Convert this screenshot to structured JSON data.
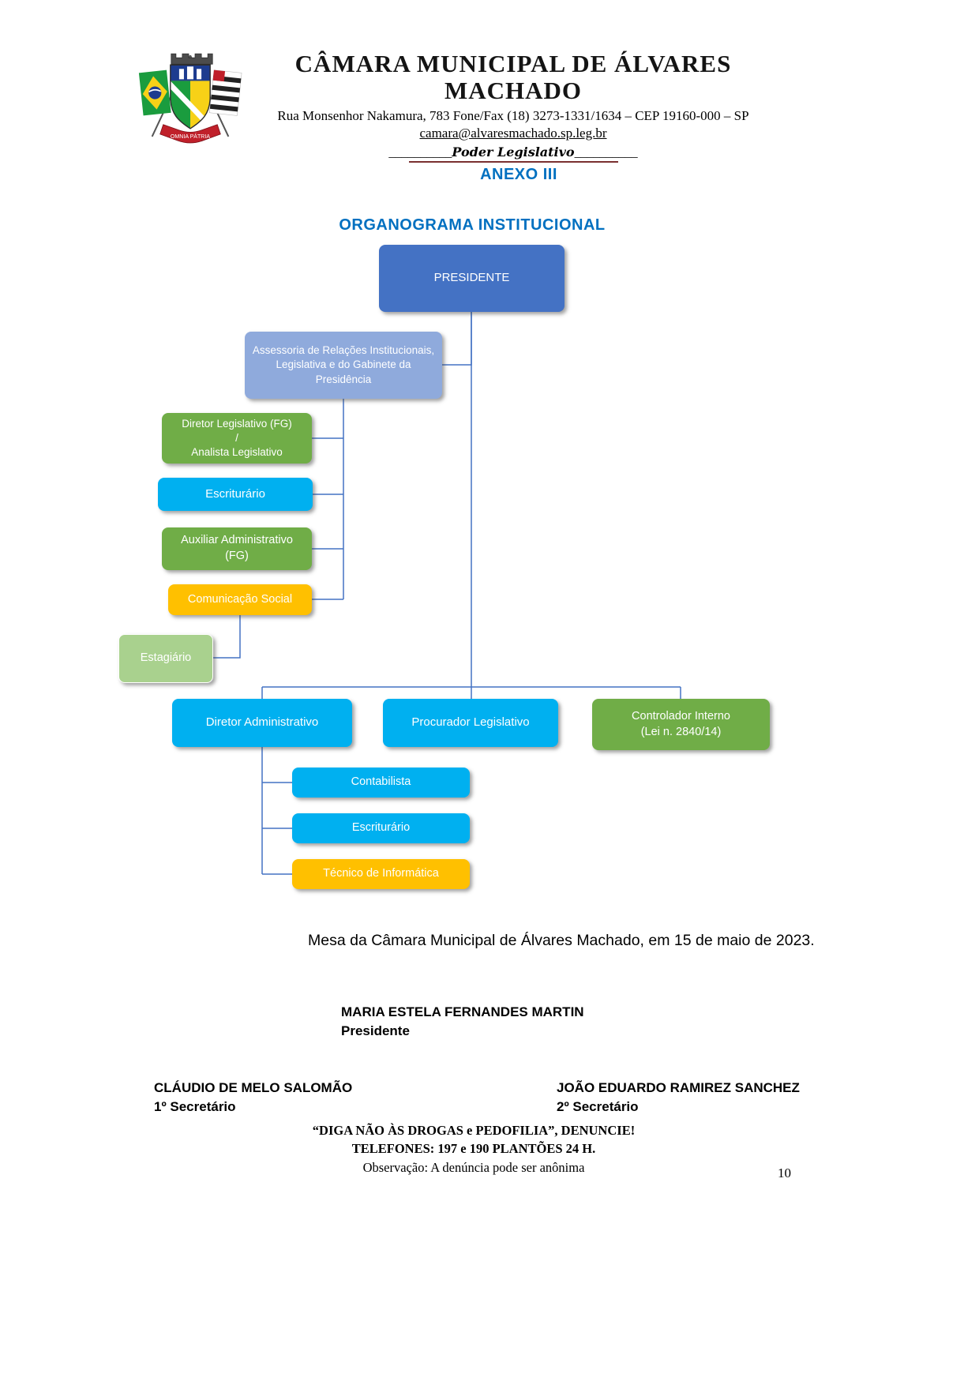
{
  "header": {
    "title": "CÂMARA MUNICIPAL DE ÁLVARES MACHADO",
    "address": "Rua Monsenhor Nakamura, 783  Fone/Fax (18) 3273-1331/1634 – CEP 19160-000 – SP",
    "email": "camara@alvaresmachado.sp.leg.br",
    "motto_prefix": "__________",
    "motto": "Poder Legislativo",
    "motto_suffix": "__________",
    "crest_motto": "OMNIA PÁTRIA"
  },
  "document": {
    "annex_title": "ANEXO III",
    "chart_title": "ORGANOGRAMA INSTITUCIONAL",
    "closing_line": "Mesa da Câmara Municipal de Álvares Machado, em 15 de maio de 2023.",
    "signatures": {
      "president": {
        "name": "MARIA ESTELA FERNANDES MARTIN",
        "role": "Presidente"
      },
      "first_secretary": {
        "name": "CLÁUDIO DE MELO SALOMÃO",
        "role": "1º Secretário"
      },
      "second_secretary": {
        "name": "JOÃO EDUARDO RAMIREZ SANCHEZ",
        "role": "2º Secretário"
      }
    },
    "footer": {
      "line1": "“DIGA NÃO ÀS DROGAS e PEDOFILIA”, DENUNCIE!",
      "line2": "TELEFONES: 197 e 190 PLANTÕES 24 H.",
      "line3": "Observação: A denúncia pode ser anônima",
      "page_number": "10"
    }
  },
  "orgchart": {
    "nodes": {
      "presidente": {
        "label": "PRESIDENTE"
      },
      "assessoria": {
        "label": "Assessoria de Relações Institucionais,\nLegislativa e do Gabinete da\nPresidência"
      },
      "diretor_legislativo": {
        "label": "Diretor Legislativo (FG)\n/\nAnalista Legislativo"
      },
      "escriturario1": {
        "label": "Escriturário"
      },
      "auxiliar_administrativo": {
        "label": "Auxiliar Administrativo\n(FG)"
      },
      "comunicacao_social": {
        "label": "Comunicação Social"
      },
      "estagiario": {
        "label": "Estagiário"
      },
      "diretor_administrativo": {
        "label": "Diretor Administrativo"
      },
      "procurador_legislativo": {
        "label": "Procurador Legislativo"
      },
      "controlador_interno": {
        "label": "Controlador Interno\n(Lei n. 2840/14)"
      },
      "contabilista": {
        "label": "Contabilista"
      },
      "escriturario2": {
        "label": "Escriturário"
      },
      "tecnico_informatica": {
        "label": "Técnico de Informática"
      }
    },
    "edges": [
      [
        "presidente",
        "assessoria"
      ],
      [
        "assessoria",
        "diretor_legislativo"
      ],
      [
        "assessoria",
        "escriturario1"
      ],
      [
        "assessoria",
        "auxiliar_administrativo"
      ],
      [
        "assessoria",
        "comunicacao_social"
      ],
      [
        "comunicacao_social",
        "estagiario"
      ],
      [
        "presidente",
        "diretor_administrativo"
      ],
      [
        "presidente",
        "procurador_legislativo"
      ],
      [
        "presidente",
        "controlador_interno"
      ],
      [
        "diretor_administrativo",
        "contabilista"
      ],
      [
        "diretor_administrativo",
        "escriturario2"
      ],
      [
        "diretor_administrativo",
        "tecnico_informatica"
      ]
    ],
    "colors": {
      "presidente": "#4472C4",
      "light_blue": "#8FAADC",
      "green": "#70AD47",
      "cyan": "#00B0F0",
      "orange": "#FFC000",
      "light_green": "#A9D18E",
      "connector": "#4472C4",
      "title_blue": "#0070C0"
    }
  }
}
